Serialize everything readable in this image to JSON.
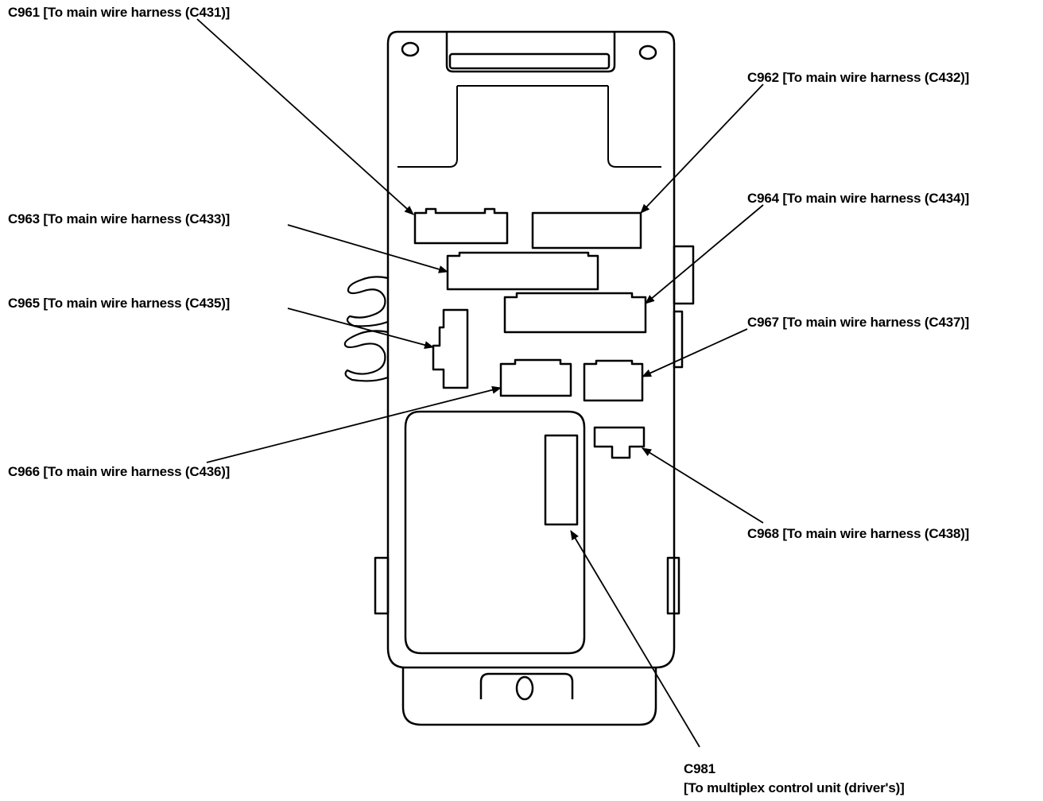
{
  "diagram": {
    "labels": {
      "c961": "C961 [To main wire harness (C431)]",
      "c962": "C962 [To main wire harness (C432)]",
      "c963": "C963 [To main wire harness (C433)]",
      "c964": "C964 [To main wire harness (C434)]",
      "c965": "C965 [To main wire harness (C435)]",
      "c966": "C966 [To main wire harness (C436)]",
      "c967": "C967 [To main wire harness (C437)]",
      "c968": "C968 [To main wire harness (C438)]",
      "c981_code": "C981",
      "c981_desc": "[To multiplex control unit (driver's)]"
    },
    "colors": {
      "line": "#000000",
      "background": "#ffffff"
    }
  }
}
